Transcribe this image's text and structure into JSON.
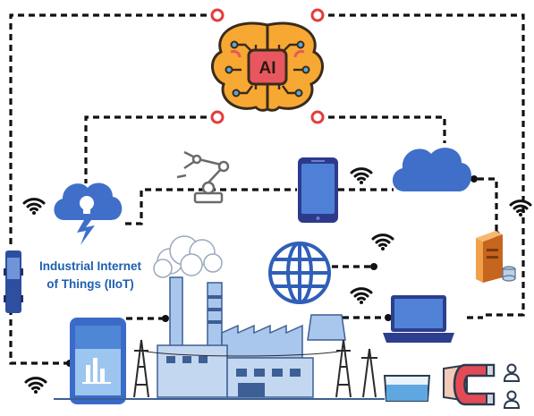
{
  "ai_chip": {
    "label": "AI"
  },
  "iiot_label": {
    "line1": "Industrial Internet",
    "line2": "of Things (IIoT)"
  },
  "colors": {
    "link": "#111111",
    "ai_orange": "#f7a833",
    "ai_pink": "#e8575f",
    "device_blue": "#4d7fd3",
    "cloud_blue": "#3f6fc9",
    "factory_blue": "#9fc0e9",
    "node_red": "#e53c3c"
  },
  "icons": [
    "brain-ai-icon",
    "cloud-idea-icon",
    "robot-arm-icon",
    "smartphone-icon",
    "cloud-icon",
    "server-icon",
    "globe-icon",
    "laptop-icon",
    "tablet-chart-icon",
    "truck-icon",
    "factory-icon",
    "magnet-icon",
    "user-icon",
    "wifi-icon"
  ]
}
